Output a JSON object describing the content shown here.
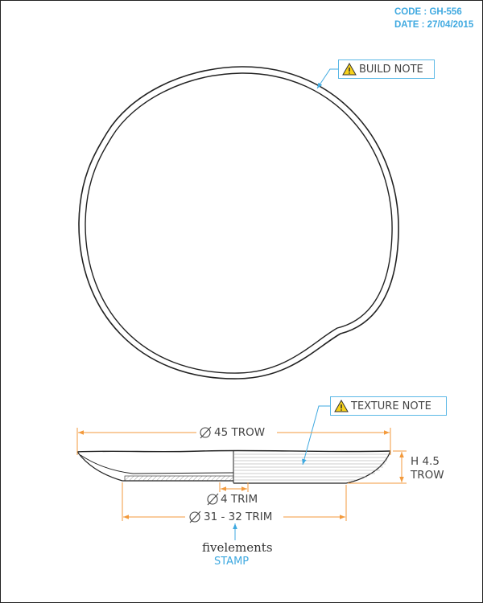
{
  "header": {
    "code": "CODE : GH-556",
    "date": "DATE : 27/04/2015"
  },
  "notes": {
    "build": "BUILD NOTE",
    "texture": "TEXTURE NOTE"
  },
  "dimensions": {
    "diameter_top": "45 TROW",
    "height_line1": "H 4.5",
    "height_line2": "TROW",
    "foot_trim": "4 TRIM",
    "base_diameter": "31 - 32 TRIM"
  },
  "brand": {
    "logo_text": "fivelements",
    "stamp_label": "STAMP"
  },
  "colors": {
    "dimension": "#f39a3c",
    "callout": "#3fa9e0",
    "line": "#222222"
  }
}
